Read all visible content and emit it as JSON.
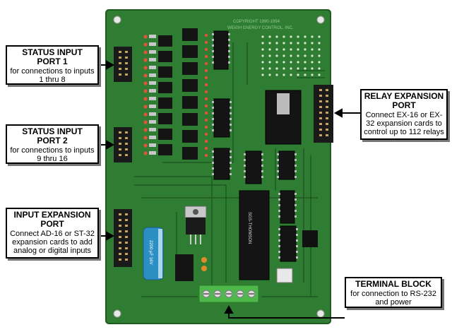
{
  "board": {
    "copyright": "COPYRIGHT 1990-1994",
    "maker": "WEIGH ENERGY CONTROL, INC.",
    "chip_label": "SGS-THOMSON",
    "cap_label": "2200 µF 16V",
    "colors": {
      "pcb": "#2f7d33",
      "pcb_dark": "#225f27",
      "trace": "#1e5a22",
      "chip": "#1a1a1a",
      "terminal": "#4fb84a",
      "capacitor": "#2c8fc4"
    }
  },
  "callouts": {
    "status1": {
      "title": "STATUS INPUT PORT 1",
      "desc": "for connections to inputs 1 thru 8"
    },
    "status2": {
      "title": "STATUS INPUT PORT 2",
      "desc": "for connections to inputs 9 thru 16"
    },
    "input_exp": {
      "title": "INPUT EXPANSION PORT",
      "desc": "Connect AD-16 or ST-32 expansion cards to add analog or digital inputs"
    },
    "relay_exp": {
      "title": "RELAY EXPANSION PORT",
      "desc": "Connect EX-16 or EX-32 expansion cards to control up to 112 relays"
    },
    "terminal": {
      "title": "TERMINAL BLOCK",
      "desc": "for connection to RS-232 and power"
    }
  }
}
